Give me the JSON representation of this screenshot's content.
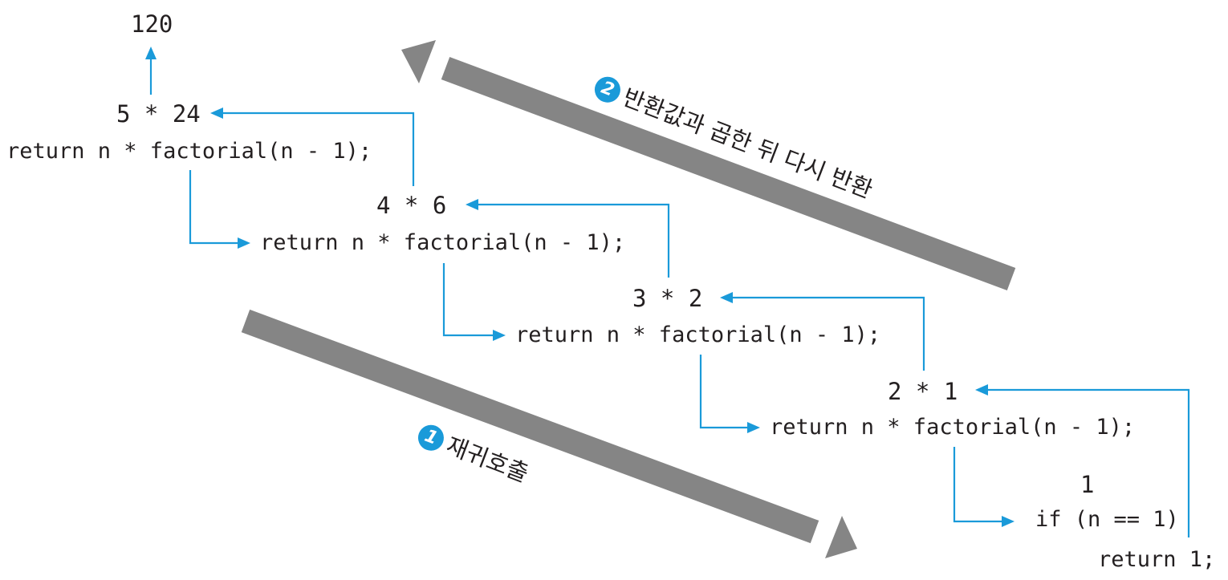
{
  "colors": {
    "flow_arrow": "#1a9ad9",
    "big_arrow": "#858585",
    "badge": "#1a9ad9",
    "text": "#231f20"
  },
  "results": {
    "final": "120",
    "level5": "5 * 24",
    "level4": "4 * 6",
    "level3": "3 * 2",
    "level2": "2 * 1",
    "level1": "1"
  },
  "code_lines": {
    "level5_return": "return n * factorial(n - 1);",
    "level4_return": "return n * factorial(n - 1);",
    "level3_return": "return n * factorial(n - 1);",
    "level2_return": "return n * factorial(n - 1);",
    "base_if": "if (n == 1)",
    "base_return": "return 1;"
  },
  "annotations": {
    "recursive_call": {
      "badge": "1",
      "text": "재귀호출"
    },
    "return_multiply": {
      "badge": "2",
      "text": "반환값과 곱한 뒤 다시 반환"
    }
  }
}
